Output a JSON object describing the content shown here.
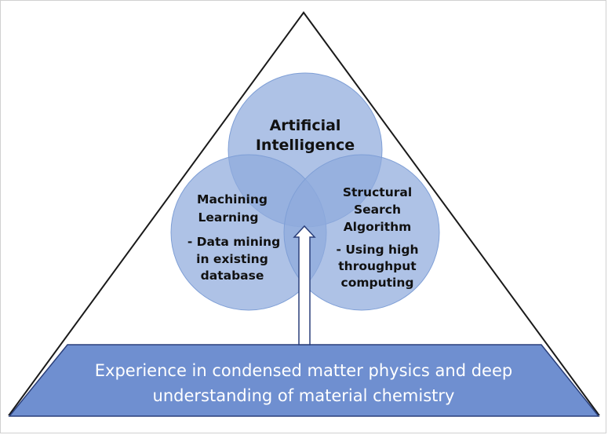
{
  "colors": {
    "triangle_stroke": "#1a1a1a",
    "circle_fill": "#8faadc",
    "circle_stroke": "#7f9fd6",
    "base_fill": "#6f8fd0",
    "base_stroke": "#2a3f7a",
    "arrow_fill": "#ffffff",
    "arrow_stroke": "#2a3f7a"
  },
  "top_circle": {
    "lines": [
      "Artificial",
      "Intelligence"
    ]
  },
  "left_circle": {
    "title_lines": [
      "Machining",
      "Learning"
    ],
    "detail_lines": [
      "- Data mining",
      "in existing",
      "database"
    ]
  },
  "right_circle": {
    "title_lines": [
      "Structural",
      "Search",
      "Algorithm"
    ],
    "detail_lines": [
      "- Using high",
      "throughput",
      "computing"
    ]
  },
  "base": {
    "lines": [
      "Experience in condensed matter physics and deep",
      "understanding of material chemistry"
    ]
  },
  "arrow": {
    "icon": "up-arrow-icon"
  }
}
